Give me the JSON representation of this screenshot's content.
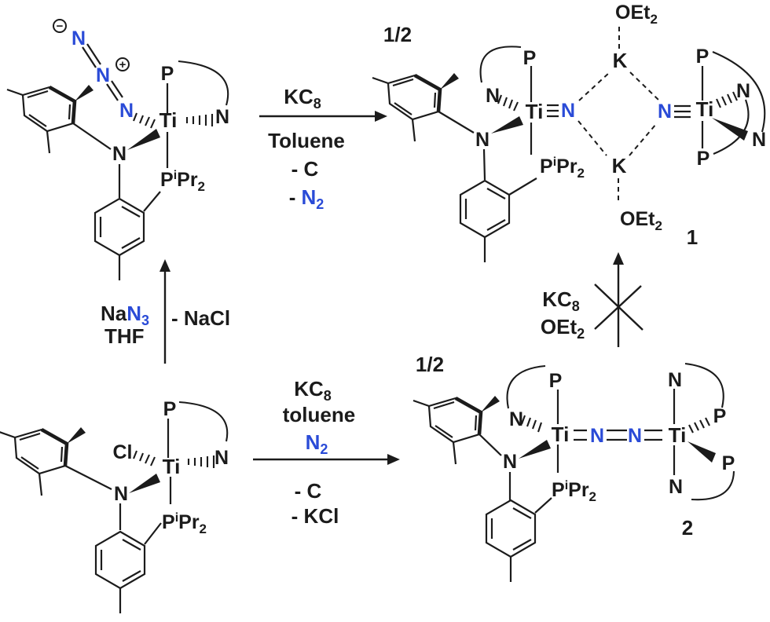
{
  "colors": {
    "ink": "#1b1b1b",
    "accent_blue": "#2a4bd7"
  },
  "scheme": {
    "coefficient_1": "1/2",
    "coefficient_2": "1/2",
    "product_1": "1",
    "product_2": "2",
    "charge_minus": "−",
    "charge_plus": "+"
  },
  "arrows": {
    "top": {
      "reagent": "KC",
      "reagent_sub": "8",
      "solvent": "Toluene",
      "loss_1": "- C",
      "loss_2_prefix": "-",
      "loss_2": "N",
      "loss_2_sub": "2"
    },
    "left": {
      "reagent_na": "Na",
      "reagent_n": "N",
      "reagent_n_sub": "3",
      "solvent": "THF",
      "loss": "- NaCl"
    },
    "bottom": {
      "reagent": "KC",
      "reagent_sub": "8",
      "solvent": "toluene",
      "gas": "N",
      "gas_sub": "2",
      "loss_1": "- C",
      "loss_2": "- KCl"
    },
    "crossed": {
      "reagent": "KC",
      "reagent_sub": "8",
      "solvent": "OEt",
      "solvent_sub": "2"
    }
  },
  "azide_complex": {
    "n_terminal": "N",
    "n_middle": "N",
    "n_inner": "N",
    "ti": "Ti",
    "p_top": "P",
    "n_donor": "N",
    "n_amide": "N",
    "p_phosphine": "P",
    "iso": "i",
    "pr": "Pr",
    "pr_sub": "2"
  },
  "chloride_complex": {
    "cl": "Cl",
    "ti": "Ti",
    "p_top": "P",
    "n_donor": "N",
    "n_amide": "N",
    "p_phosphine": "P",
    "iso": "i",
    "pr": "Pr",
    "pr_sub": "2"
  },
  "nitride_dimer": {
    "ether_top": "OEt",
    "ether_top_sub": "2",
    "ether_bottom": "OEt",
    "ether_bottom_sub": "2",
    "k_top": "K",
    "k_bottom": "K",
    "left_p_top": "P",
    "left_n_donor": "N",
    "left_ti": "Ti",
    "left_nitride": "N",
    "left_n_amide": "N",
    "p_phosphine": "P",
    "iso": "i",
    "pr": "Pr",
    "pr_sub": "2",
    "right_nitride": "N",
    "right_ti": "Ti",
    "right_p_top": "P",
    "right_n_upper": "N",
    "right_n_lower": "N",
    "right_p_bottom": "P"
  },
  "dinitrogen_complex": {
    "left_p_top": "P",
    "left_n_donor": "N",
    "left_ti": "Ti",
    "left_n_amide": "N",
    "p_phosphine": "P",
    "iso": "i",
    "pr": "Pr",
    "pr_sub": "2",
    "bridge_n1": "N",
    "bridge_n2": "N",
    "right_ti": "Ti",
    "right_n_top": "N",
    "right_p_upper": "P",
    "right_p_lower": "P",
    "right_n_bottom": "N"
  }
}
